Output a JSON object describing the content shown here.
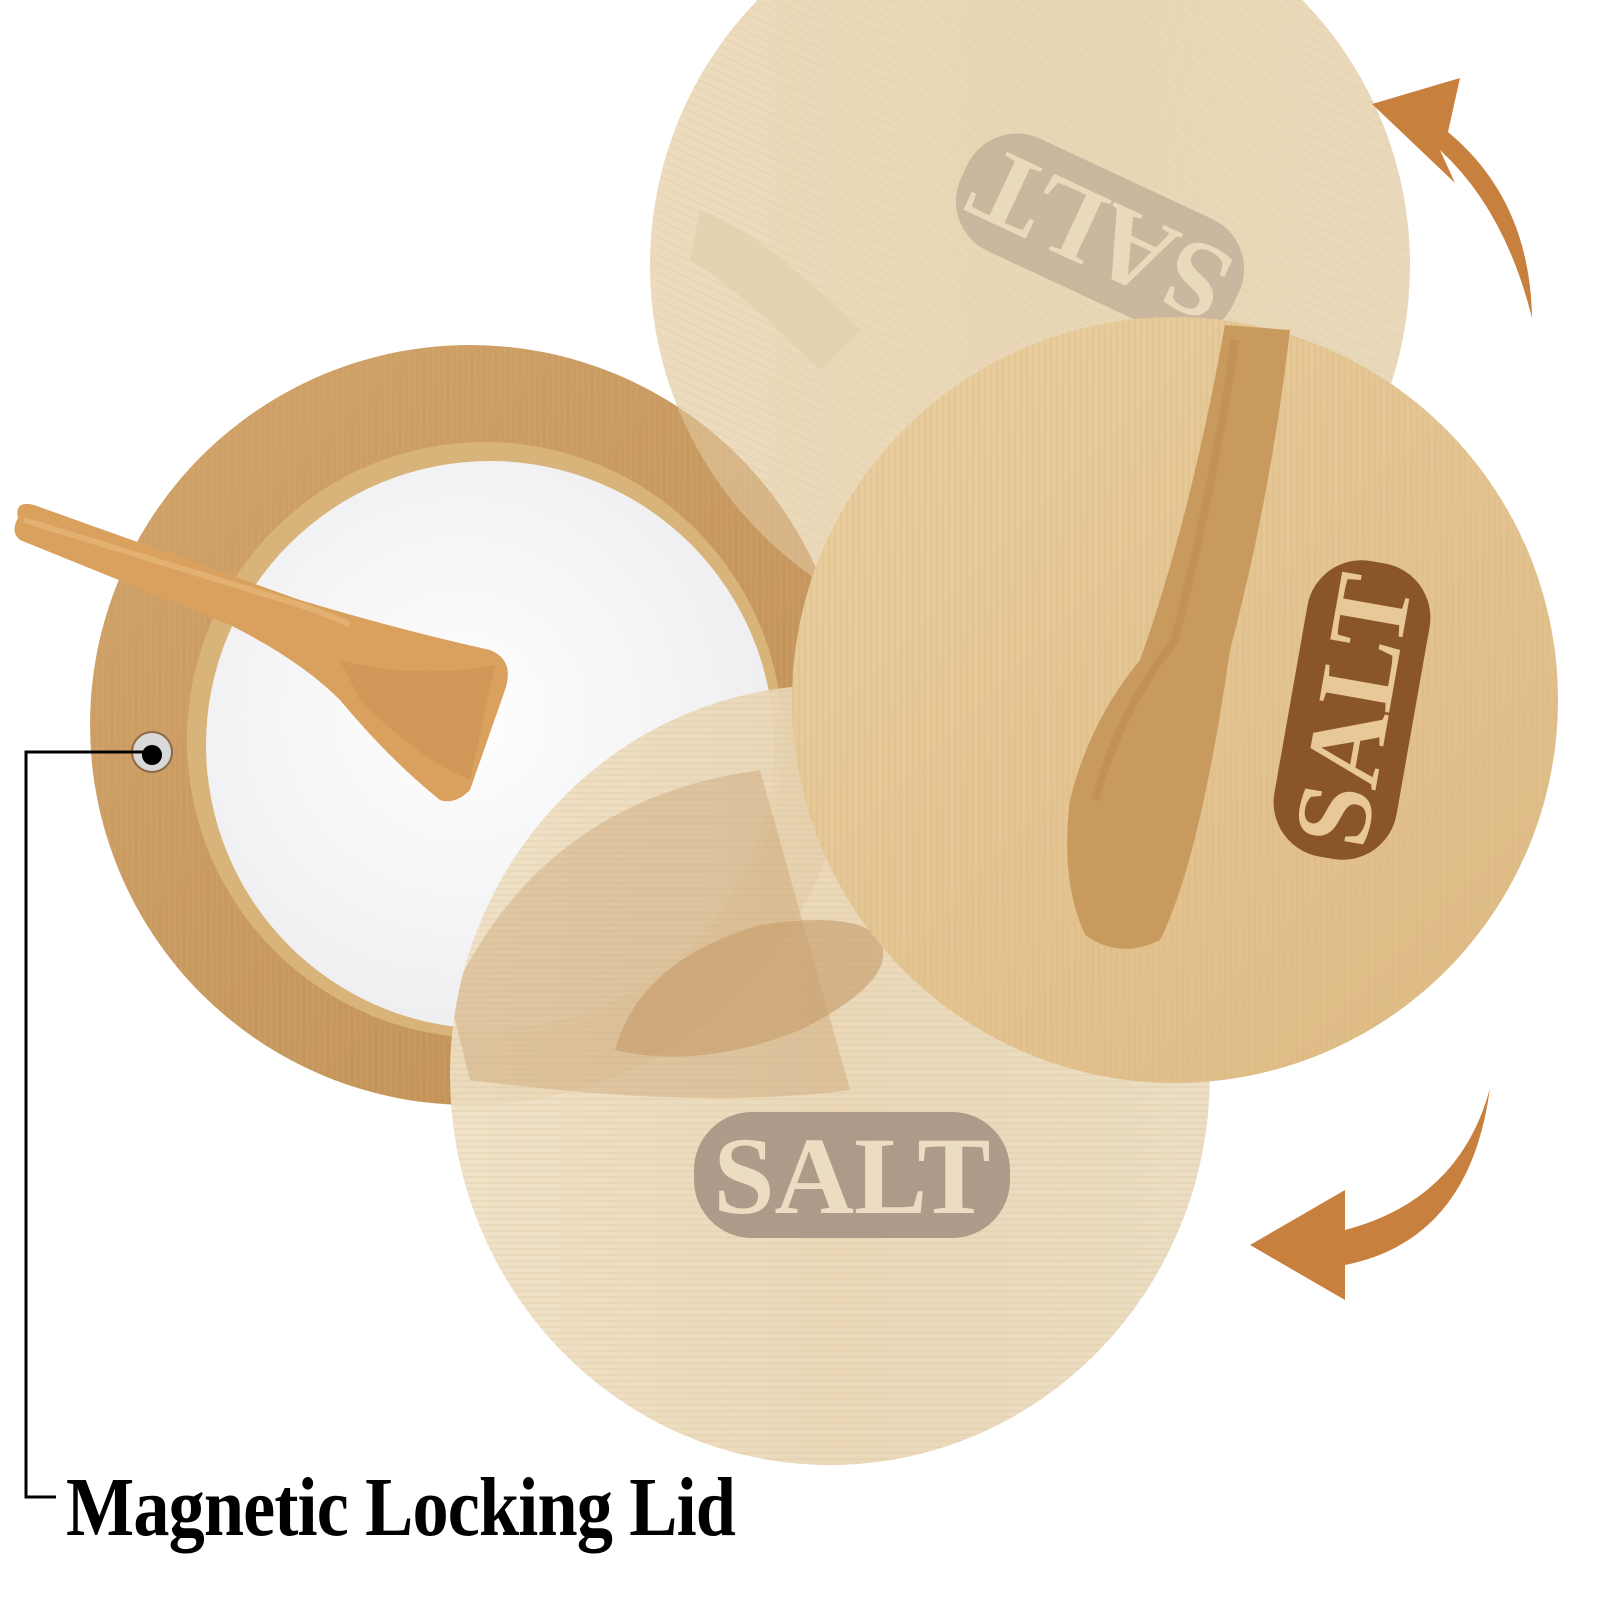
{
  "image": {
    "subject": "Bamboo salt cellar with swivel magnetic lid and spoon",
    "background_color": "#ffffff"
  },
  "callout": {
    "label": "Magnetic Locking Lid",
    "line_color": "#000000",
    "target": "magnet-pin"
  },
  "lids": [
    {
      "position": "top",
      "engraving": "SALT",
      "tone": "light",
      "orientation": "rotated-upside-down"
    },
    {
      "position": "right",
      "engraving": "SALT",
      "tone": "medium",
      "orientation": "vertical",
      "has_spoon_slot": true
    },
    {
      "position": "bottom",
      "engraving": "SALT",
      "tone": "light",
      "orientation": "horizontal",
      "semi_transparent": true
    }
  ],
  "arrows": [
    {
      "name": "rotate-up-arrow",
      "direction": "counterclockwise-up"
    },
    {
      "name": "rotate-down-arrow",
      "direction": "clockwise-down"
    }
  ],
  "colors": {
    "arrow": "#C8803F",
    "bamboo_dark": "#C99A5E",
    "bamboo_light": "#EBD9B8",
    "bamboo_medium": "#E2C08A",
    "salt": "#F6F6F6",
    "engraving_light": "#A89384",
    "engraving_dark": "#8A5528"
  }
}
